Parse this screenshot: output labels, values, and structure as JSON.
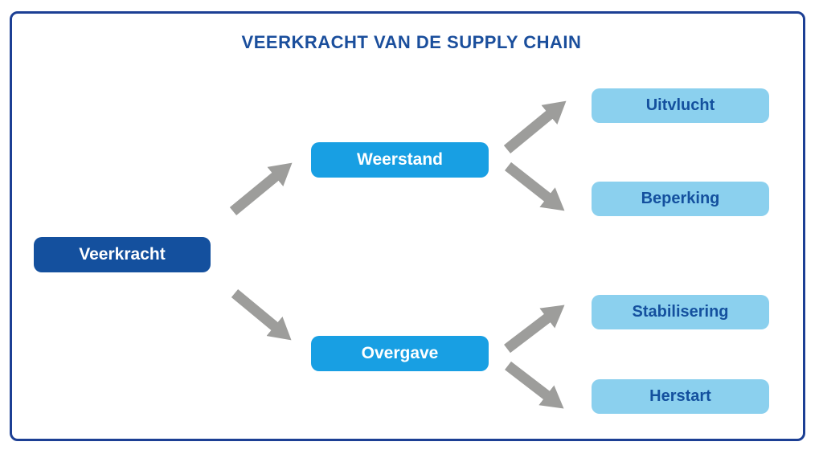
{
  "title": "VEERKRACHT VAN DE SUPPLY CHAIN",
  "diagram": {
    "root": {
      "label": "Veerkracht"
    },
    "branches": [
      {
        "label": "Weerstand",
        "children": [
          {
            "label": "Uitvlucht"
          },
          {
            "label": "Beperking"
          }
        ]
      },
      {
        "label": "Overgave",
        "children": [
          {
            "label": "Stabilisering"
          },
          {
            "label": "Herstart"
          }
        ]
      }
    ]
  },
  "colors": {
    "root_box": "#14509e",
    "branch_box": "#189fe3",
    "leaf_box": "#8bd0ee",
    "leaf_text": "#14509e",
    "title_text": "#1a4e9c",
    "frame_border": "#1c3f94",
    "arrow": "#9d9d9b",
    "background": "#ffffff"
  }
}
